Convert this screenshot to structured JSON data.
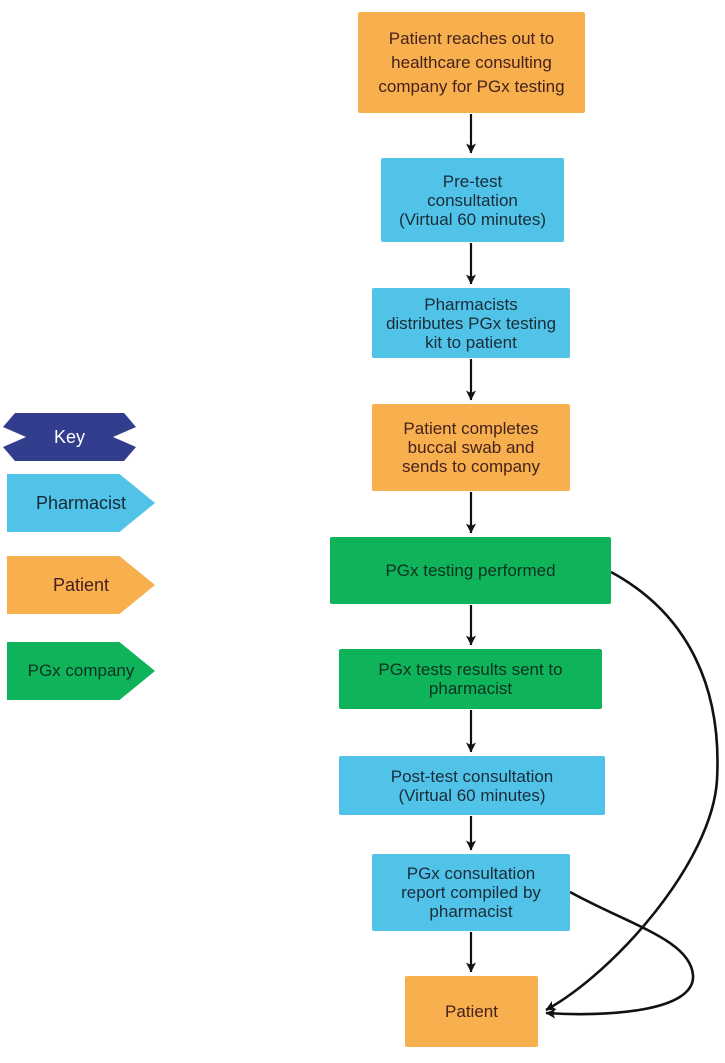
{
  "key": {
    "title": "Key",
    "items": [
      {
        "label": "Pharmacist",
        "role": "pharmacist",
        "color": "#52C3E8"
      },
      {
        "label": "Patient",
        "role": "patient",
        "color": "#F8B04F"
      },
      {
        "label": "PGx company",
        "role": "pgx-company",
        "color": "#0FB45A"
      }
    ],
    "banner_color": "#323D8E"
  },
  "flow": {
    "boxes": [
      {
        "id": "reach-out",
        "actor": "patient",
        "lines": [
          "Patient reaches out to",
          "healthcare consulting",
          "company for PGx testing"
        ]
      },
      {
        "id": "pre-test-consultation",
        "actor": "pharmacist",
        "lines": [
          "Pre-test",
          "consultation",
          "(Virtual 60 minutes)"
        ]
      },
      {
        "id": "distribute-kit",
        "actor": "pharmacist",
        "lines": [
          "Pharmacists",
          "distributes PGx testing",
          "kit to patient"
        ]
      },
      {
        "id": "buccal-swab",
        "actor": "patient",
        "lines": [
          "Patient completes",
          "buccal swab and",
          "sends to company"
        ]
      },
      {
        "id": "pgx-testing",
        "actor": "pgx-company",
        "lines": [
          "PGx testing performed"
        ]
      },
      {
        "id": "results-sent",
        "actor": "pgx-company",
        "lines": [
          "PGx tests results sent to",
          "pharmacist"
        ]
      },
      {
        "id": "post-test-consultation",
        "actor": "pharmacist",
        "lines": [
          "Post-test consultation",
          "(Virtual 60 minutes)"
        ]
      },
      {
        "id": "consult-report",
        "actor": "pharmacist",
        "lines": [
          "PGx consultation",
          "report compiled by",
          "pharmacist"
        ]
      },
      {
        "id": "patient-final",
        "actor": "patient",
        "lines": [
          "Patient"
        ]
      }
    ],
    "edges": [
      {
        "from": "reach-out",
        "to": "pre-test-consultation",
        "style": "straight"
      },
      {
        "from": "pre-test-consultation",
        "to": "distribute-kit",
        "style": "straight"
      },
      {
        "from": "distribute-kit",
        "to": "buccal-swab",
        "style": "straight"
      },
      {
        "from": "buccal-swab",
        "to": "pgx-testing",
        "style": "straight"
      },
      {
        "from": "pgx-testing",
        "to": "results-sent",
        "style": "straight"
      },
      {
        "from": "results-sent",
        "to": "post-test-consultation",
        "style": "straight"
      },
      {
        "from": "post-test-consultation",
        "to": "consult-report",
        "style": "straight"
      },
      {
        "from": "consult-report",
        "to": "patient-final",
        "style": "straight"
      },
      {
        "from": "pgx-testing",
        "to": "patient-final",
        "style": "curved"
      },
      {
        "from": "consult-report",
        "to": "patient-final",
        "style": "curved"
      }
    ]
  },
  "colors": {
    "pharmacist": "#52C3E8",
    "patient": "#F8B04F",
    "pgx_company": "#0FB45A",
    "key_banner": "#323D8E",
    "connector": "#111111",
    "background": "#FFFFFF"
  }
}
